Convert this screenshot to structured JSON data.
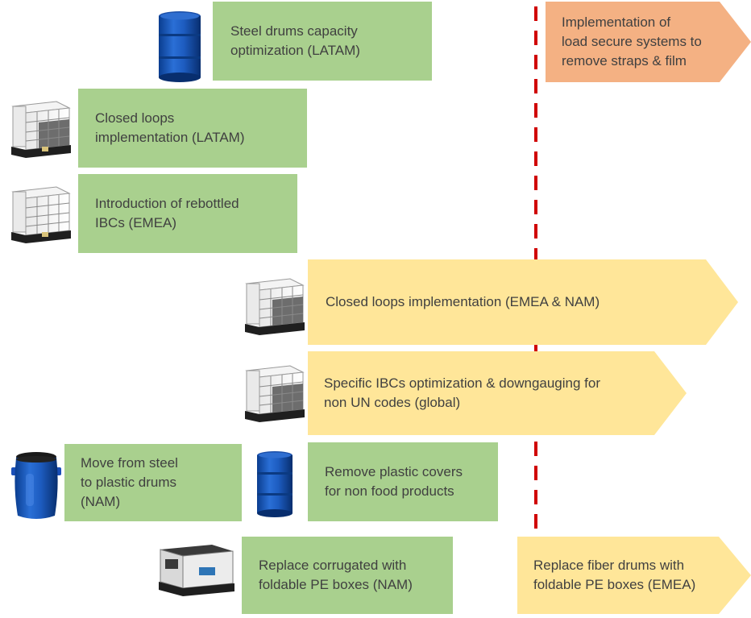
{
  "colors": {
    "green_box": "#a9d08e",
    "yellow_arrow": "#ffe699",
    "orange_arrow": "#f4b183",
    "divider": "#d00000"
  },
  "boxes": [
    {
      "id": "steel-drums",
      "text": "Steel drums capacity\noptimization (LATAM)",
      "style": "green",
      "icon": "steel-drum-icon"
    },
    {
      "id": "closed-loops-latam",
      "text": "Closed loops\nimplementation (LATAM)",
      "style": "green",
      "icon": "ibc-tote-icon"
    },
    {
      "id": "rebottled-ibcs",
      "text": "Introduction of rebottled\nIBCs (EMEA)",
      "style": "green",
      "icon": "ibc-tote-icon"
    },
    {
      "id": "load-secure",
      "text": "Implementation of\nload secure systems to\nremove straps & film",
      "style": "orange-arrow",
      "icon": ""
    },
    {
      "id": "closed-loops-emea-nam",
      "text": "Closed loops implementation (EMEA & NAM)",
      "style": "yellow-arrow",
      "icon": "ibc-tote-icon"
    },
    {
      "id": "ibc-optimization",
      "text": "Specific IBCs optimization & downgauging for\nnon UN codes (global)",
      "style": "yellow-arrow",
      "icon": "ibc-tote-icon"
    },
    {
      "id": "steel-to-plastic",
      "text": "Move from steel\nto plastic drums\n(NAM)",
      "style": "green",
      "icon": "plastic-drum-icon"
    },
    {
      "id": "remove-covers",
      "text": "Remove plastic covers\nfor non food products",
      "style": "green",
      "icon": "steel-drum-icon"
    },
    {
      "id": "corrugated-to-pe",
      "text": "Replace corrugated with\nfoldable PE boxes (NAM)",
      "style": "green",
      "icon": "foldable-box-icon"
    },
    {
      "id": "fiber-to-pe",
      "text": "Replace fiber drums with\nfoldable PE boxes (EMEA)",
      "style": "yellow-arrow",
      "icon": ""
    }
  ]
}
